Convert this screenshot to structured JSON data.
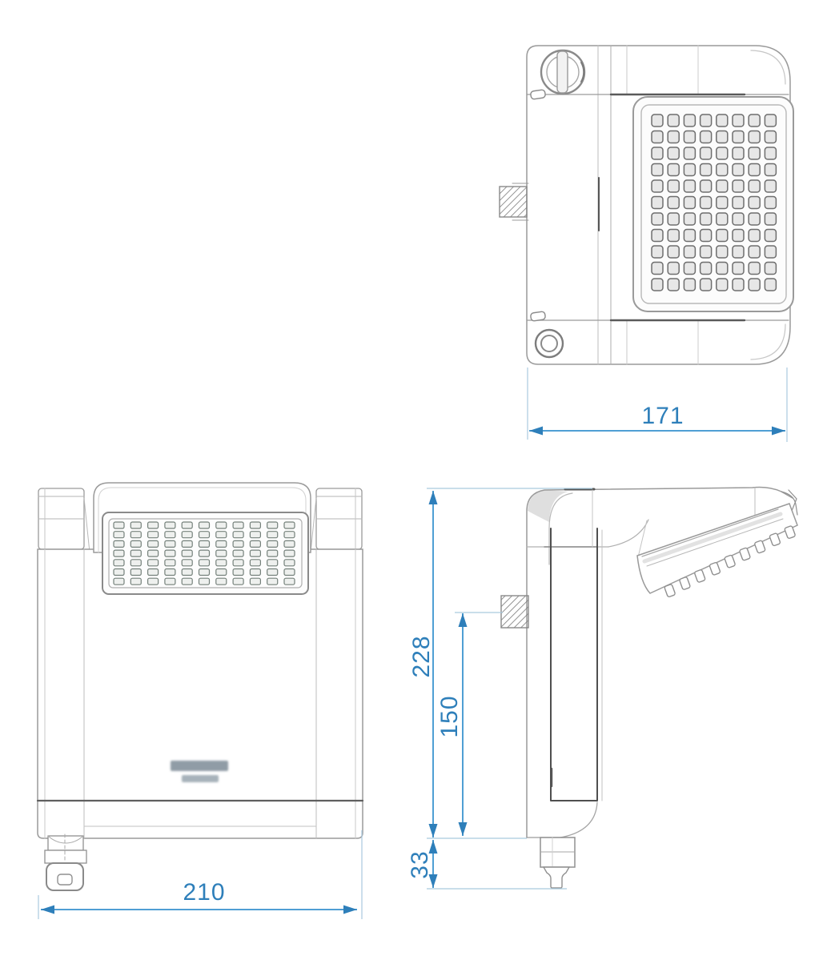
{
  "palette": {
    "dim_line": "#4f9fd4",
    "dim_text": "#2e7fba",
    "ext_line": "#a9c9de",
    "line_light": "#c0c0c0",
    "line_mid": "#9a9a9a",
    "line_dark": "#555555",
    "nozzle_fill": "#e7e7e7",
    "background": "#ffffff"
  },
  "dimensions": {
    "top_view_width": "171",
    "front_view_width": "210",
    "side_view_total_height": "228",
    "side_view_inlet_to_bottom": "150",
    "side_view_spout_length": "33"
  },
  "views": {
    "top": {
      "nozzle_grid": {
        "cols": 8,
        "rows": 11
      }
    },
    "front": {
      "nozzle_grid": {
        "cols": 11,
        "rows": 7
      }
    },
    "side": {
      "nozzle_tab_count": 9
    }
  }
}
